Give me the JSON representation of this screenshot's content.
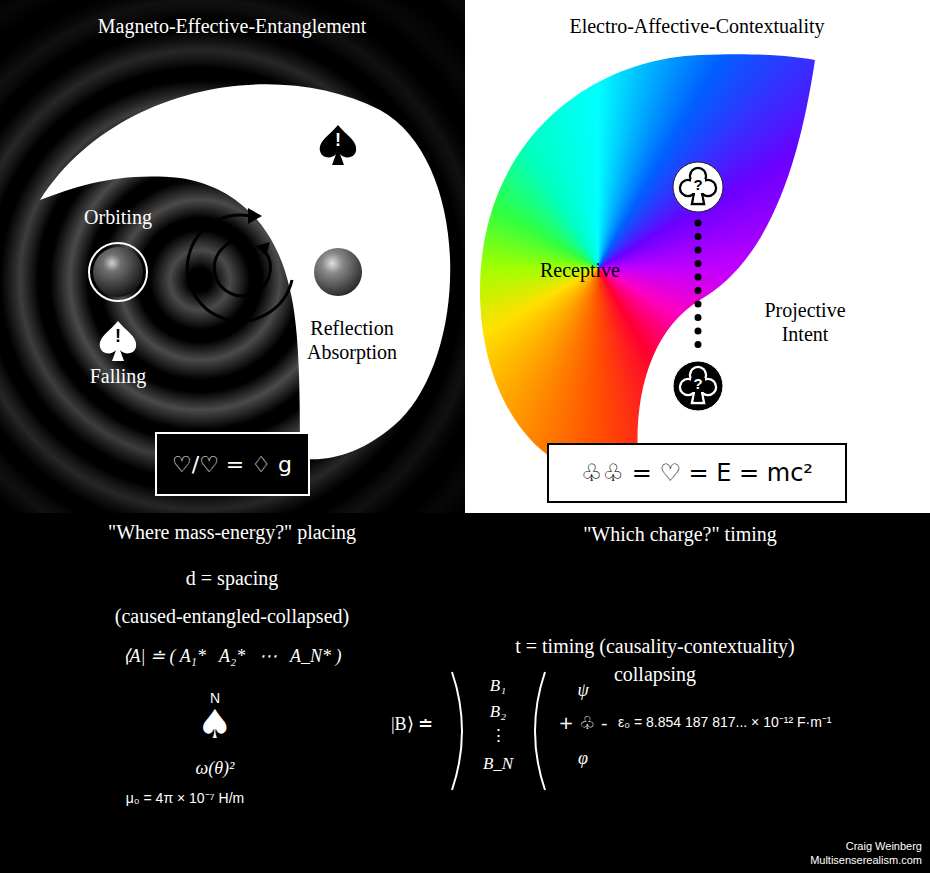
{
  "diagram": {
    "nodes": [
      {
        "text": [
          "!"
        ]
      },
      {
        "text": [
          "!"
        ]
      },
      {
        "text": [
          "♡/♡ = ♢ g"
        ]
      },
      {
        "text": [
          "?"
        ]
      },
      {
        "text": [
          "?"
        ]
      },
      {
        "text": [
          "♧♧ = ♡ = E = mc²"
        ]
      }
    ],
    "edges": [
      {
        "from": 3,
        "to": 4,
        "arrow": "none"
      }
    ],
    "labels": [
      "Magneto-Effective-Entanglement",
      "Electro-Affective-Contextuality",
      "Orbiting",
      "Reflection Absorption",
      "Falling",
      "Receptive",
      "Projective Intent",
      "\"Where mass-energy?\" placing",
      "\"Which charge?\" timing",
      "d = spacing",
      "(caused-entangled-collapsed)",
      "⟨A| ≐ ( A₁*   A₂*   ⋯   A_N* )",
      "N",
      "♠",
      "ω(θ)²",
      "μ₀ = 4π × 10⁻⁷ H/m",
      "t = timing (causality-contextuality)",
      "collapsing",
      "|B⟩ ≐",
      "B₁",
      "B₂",
      "⋮",
      "B_N",
      "ψ",
      "+ ♧ -",
      "φ",
      "ε₀ = 8.854 187 817... × 10⁻¹² F·m⁻¹",
      "Craig Weinberg",
      "Multisenserealism.com"
    ]
  }
}
